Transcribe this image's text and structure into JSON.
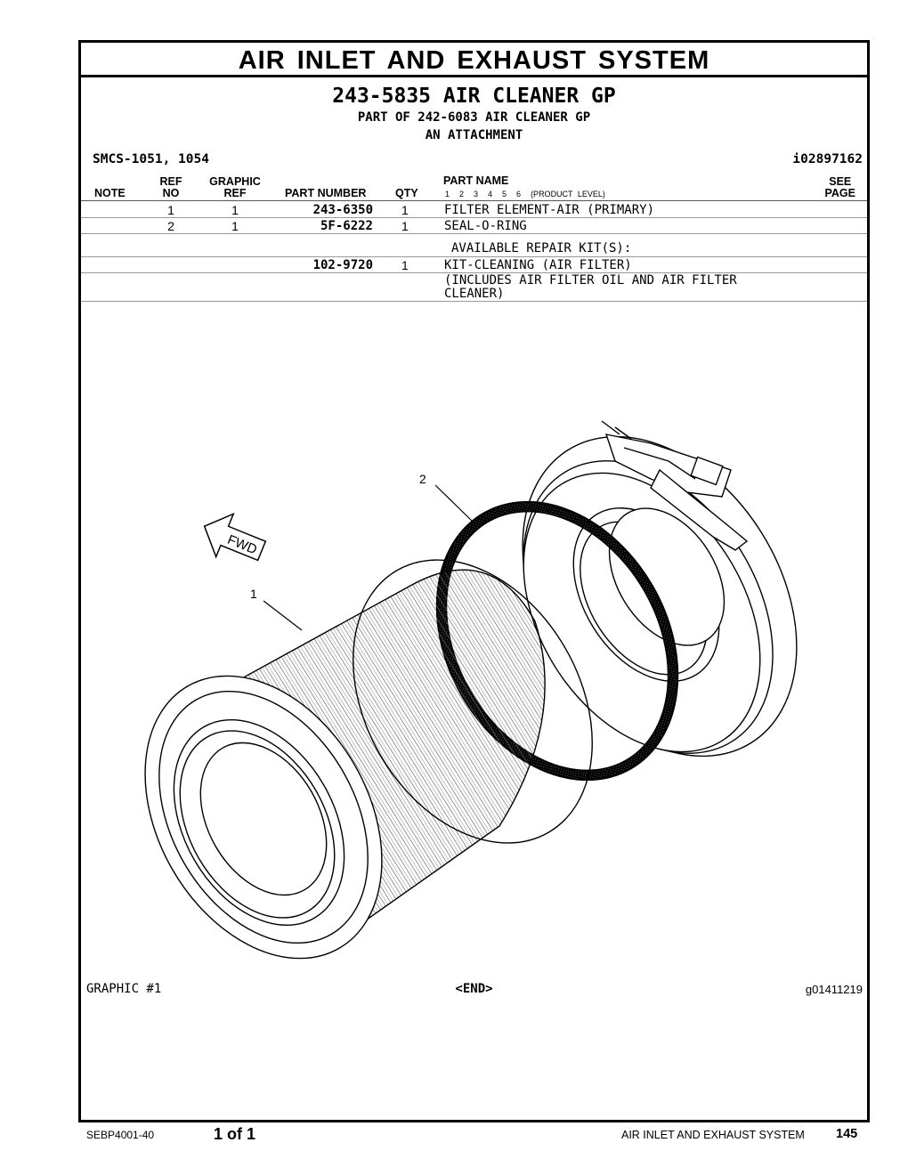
{
  "section_title": "AIR INLET AND EXHAUST SYSTEM",
  "group": {
    "title": "243-5835 AIR CLEANER GP",
    "part_of": "PART OF 242-6083 AIR CLEANER GP",
    "attachment": "AN ATTACHMENT",
    "smcs": "SMCS-1051, 1054",
    "id": "i02897162"
  },
  "columns": {
    "note": "NOTE",
    "ref": "REF",
    "ref2": "NO",
    "graphic": "GRAPHIC",
    "graphic2": "REF",
    "part_number": "PART NUMBER",
    "qty": "QTY",
    "part_name": "PART NAME",
    "levels": "1  2  3  4  5  6",
    "product_level": "(PRODUCT LEVEL)",
    "see": "SEE",
    "page": "PAGE"
  },
  "rows": [
    {
      "ref": "1",
      "graphic": "1",
      "part_number": "243-6350",
      "qty": "1",
      "name": "FILTER ELEMENT-AIR (PRIMARY)"
    },
    {
      "ref": "2",
      "graphic": "1",
      "part_number": "5F-6222",
      "qty": "1",
      "name": "SEAL-O-RING"
    }
  ],
  "repair_kits_label": "AVAILABLE REPAIR KIT(S):",
  "kit": {
    "part_number": "102-9720",
    "qty": "1",
    "name": "KIT-CLEANING (AIR FILTER)",
    "note_line1": "(INCLUDES AIR FILTER OIL AND AIR FILTER",
    "note_line2": "CLEANER)"
  },
  "illustration": {
    "callout_1": "1",
    "callout_2": "2",
    "fwd": "FWD"
  },
  "graphic_label": "GRAPHIC #1",
  "end_label": "<END>",
  "graphic_id": "g01411219",
  "footer": {
    "doc": "SEBP4001-40",
    "pages": "1 of 1",
    "section": "AIR INLET AND EXHAUST SYSTEM",
    "page_number": "145"
  }
}
